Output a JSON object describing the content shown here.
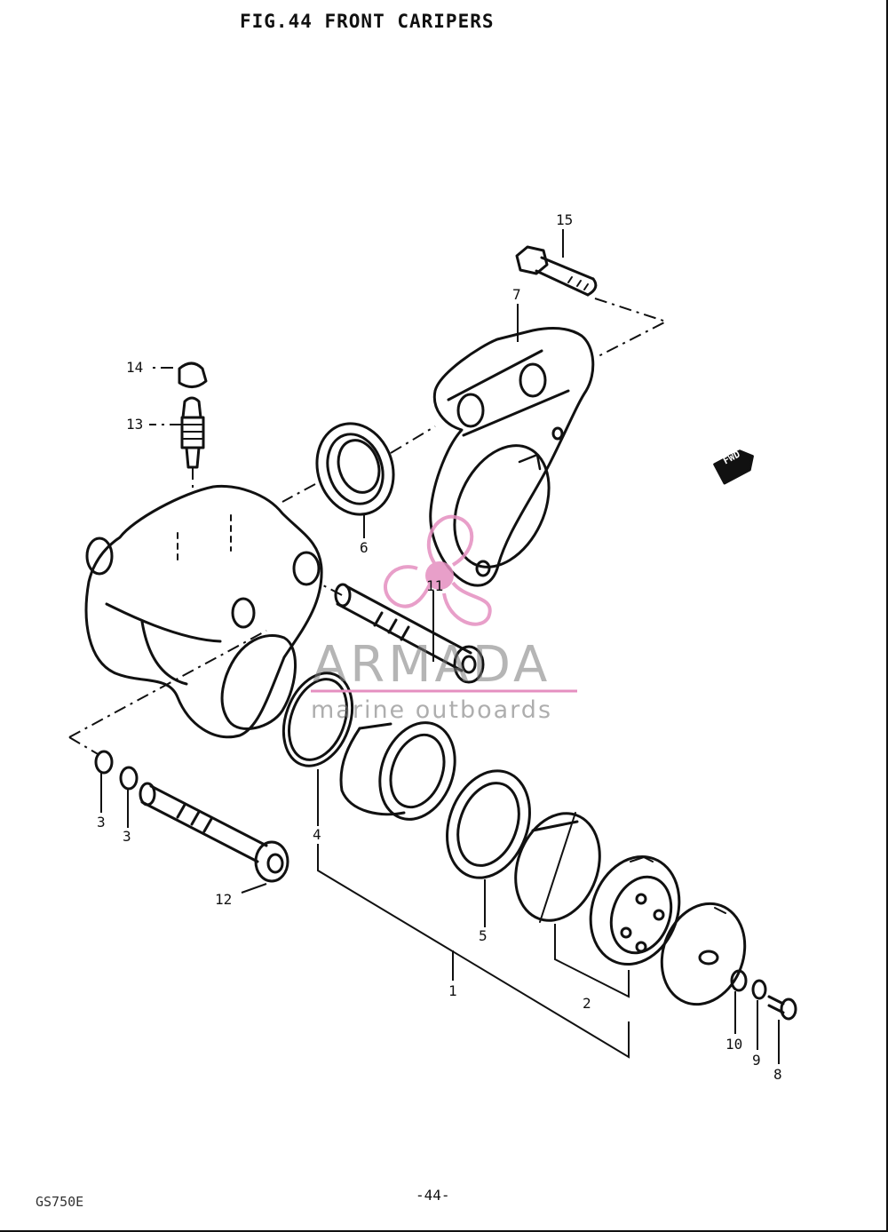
{
  "figure": {
    "title": "FIG.44  FRONT CARIPERS",
    "page_number": "-44-",
    "model_code": "GS750E"
  },
  "callouts": [
    {
      "id": "15",
      "label": "15"
    },
    {
      "id": "7",
      "label": "7"
    },
    {
      "id": "14",
      "label": "14"
    },
    {
      "id": "13",
      "label": "13"
    },
    {
      "id": "6",
      "label": "6"
    },
    {
      "id": "11",
      "label": "11"
    },
    {
      "id": "3a",
      "label": "3"
    },
    {
      "id": "3b",
      "label": "3"
    },
    {
      "id": "4",
      "label": "4"
    },
    {
      "id": "12",
      "label": "12"
    },
    {
      "id": "5",
      "label": "5"
    },
    {
      "id": "1",
      "label": "1"
    },
    {
      "id": "2",
      "label": "2"
    },
    {
      "id": "10",
      "label": "10"
    },
    {
      "id": "9",
      "label": "9"
    },
    {
      "id": "8",
      "label": "8"
    }
  ],
  "fwd_marker": "FWD",
  "watermark": {
    "brand": "ARMADA",
    "tagline": "marine outboards",
    "logo_icon": "propeller-logo-icon",
    "color": "#e58fc0"
  },
  "colors": {
    "ink": "#111111",
    "paper": "#ffffff"
  }
}
